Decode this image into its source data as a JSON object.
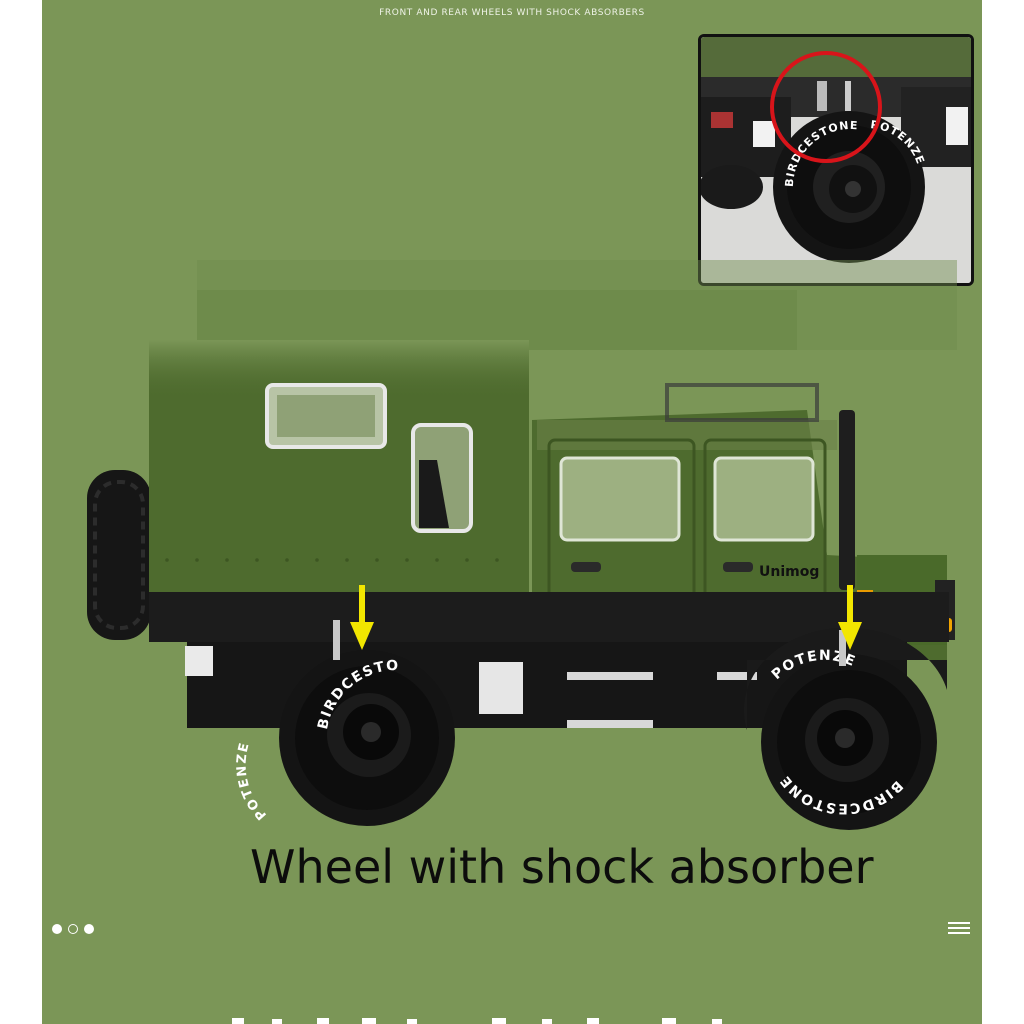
{
  "header": {
    "caption": "FRONT AND REAR WHEELS WITH SHOCK ABSORBERS"
  },
  "inset": {
    "tire_brand": "BIRDCESTONE",
    "tire_model": "POTENZE"
  },
  "truck": {
    "model_badge": "Unimog",
    "rear_tire_brand": "BIRDCESTONE",
    "rear_tire_model": "POTENZE",
    "front_tire_brand": "BIRDCESTONE",
    "front_tire_model": "POTENZE"
  },
  "main_caption": "Wheel with shock absorber",
  "carousel": {
    "slide_count": 3,
    "active_index": 0
  },
  "colors": {
    "background": "#7b9657",
    "truck_body": "#4e6b2e",
    "arrow": "#f2e600",
    "highlight_circle": "#d8141a",
    "tire": "#141414"
  },
  "icons": {
    "menu": "menu-icon",
    "shock_arrow": "arrow-down-icon",
    "highlight": "highlight-circle"
  }
}
